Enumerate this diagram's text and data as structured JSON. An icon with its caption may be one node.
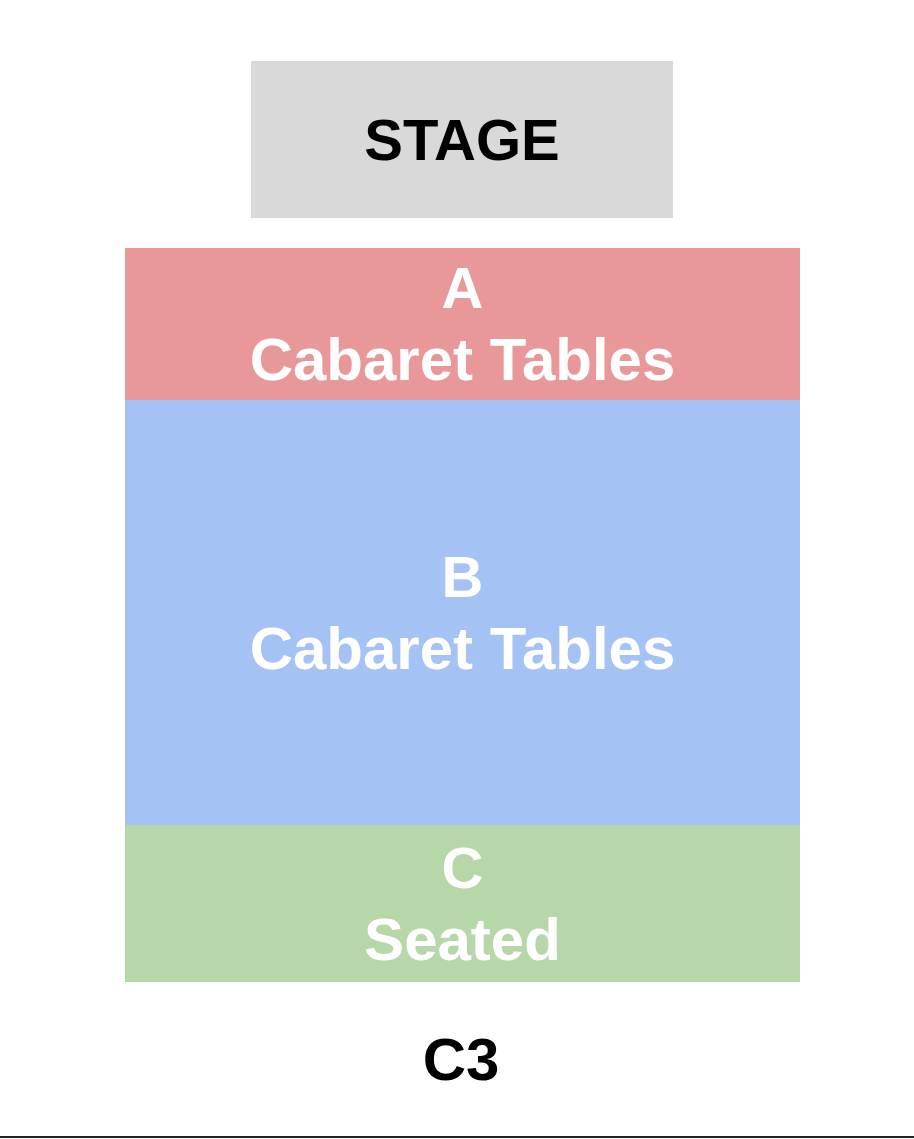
{
  "diagram": {
    "nodes": [
      {
        "text": [
          "STAGE"
        ]
      },
      {
        "text": [
          "A",
          "Cabaret Tables"
        ]
      },
      {
        "text": [
          "B",
          "Cabaret Tables"
        ]
      },
      {
        "text": [
          "C",
          "Seated"
        ]
      }
    ],
    "labels": [
      "C3"
    ]
  }
}
